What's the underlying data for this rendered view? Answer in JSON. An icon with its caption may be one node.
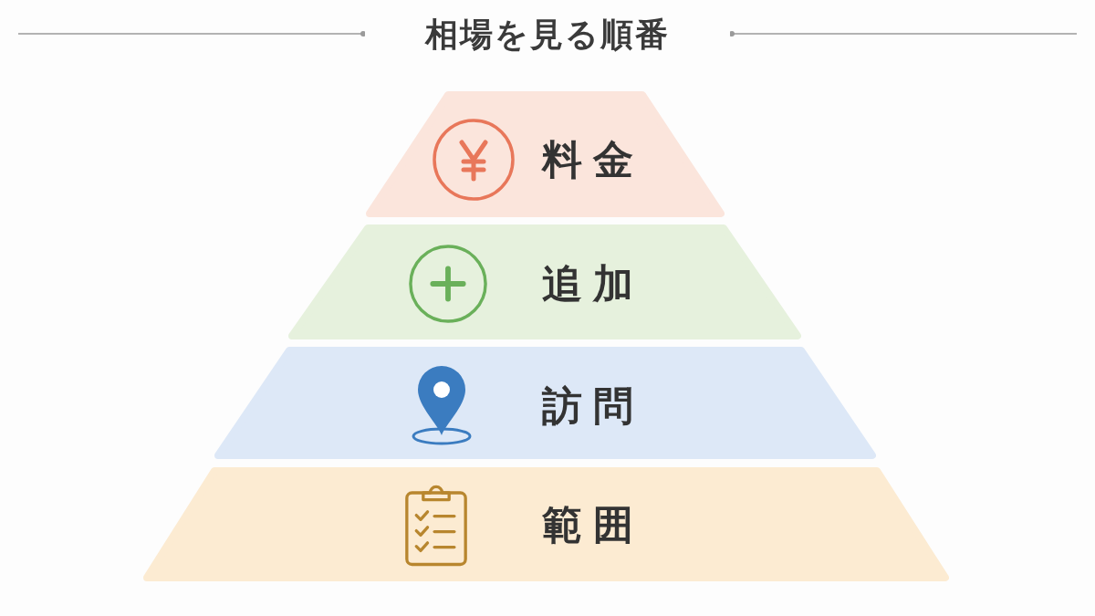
{
  "diagram": {
    "title": "相場を見る順番",
    "nodes": [
      {
        "text": [
          "料金"
        ]
      },
      {
        "text": [
          "追加"
        ]
      },
      {
        "text": [
          "訪問"
        ]
      },
      {
        "text": [
          "範囲"
        ]
      }
    ]
  }
}
